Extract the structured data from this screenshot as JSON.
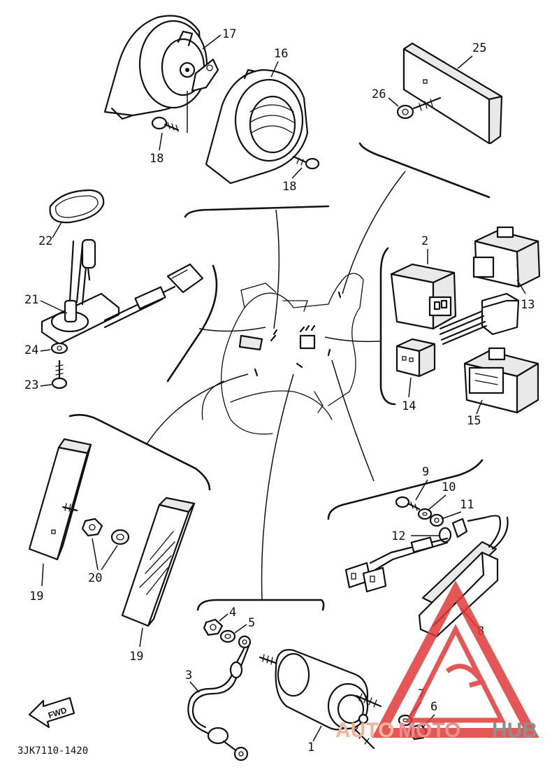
{
  "diagram": {
    "callouts": {
      "n1": "1",
      "n2": "2",
      "n3": "3",
      "n4": "4",
      "n5": "5",
      "n6": "6",
      "n7": "7",
      "n8": "8",
      "n9": "9",
      "n10": "10",
      "n11": "11",
      "n12": "12",
      "n13": "13",
      "n14": "14",
      "n15": "15",
      "n16": "16",
      "n17": "17",
      "n18a": "18",
      "n18b": "18",
      "n19a": "19",
      "n19b": "19",
      "n20": "20",
      "n21": "21",
      "n22": "22",
      "n23": "23",
      "n24": "24",
      "n25": "25",
      "n26": "26"
    },
    "drawing_code": "3JK7110-1420",
    "fwd_label": "FWD"
  },
  "watermark": {
    "text_auto": "AUTO",
    "text_moto": "MOTO",
    "text_hub": "HUB",
    "colors": {
      "triangle": "#e03a3a",
      "auto": "#f2b49a",
      "hub": "#8f8f8f"
    }
  }
}
